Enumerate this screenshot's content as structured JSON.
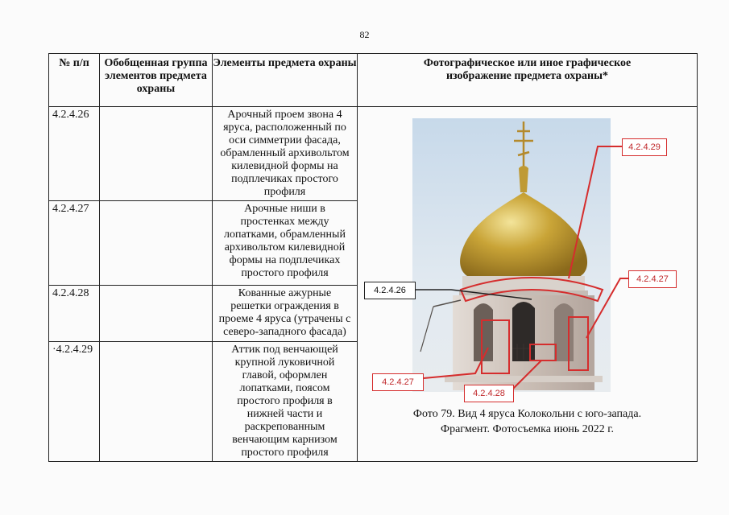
{
  "page_number": "82",
  "headers": {
    "num": "№ п/п",
    "group": "Обобщенная группа элементов предмета охраны",
    "elements": "Элементы предмета охраны",
    "image": "Фотографическое или иное графическое изображение предмета охраны*"
  },
  "rows": [
    {
      "num": "4.2.4.26",
      "group": "",
      "text": "Арочный проем звона 4 яруса, расположенный по оси симметрии фасада, обрамленный архивольтом килевидной формы на подплечиках простого профиля"
    },
    {
      "num": "4.2.4.27",
      "group": "",
      "text": "Арочные ниши в простенках между лопатками, обрамленный архивольтом килевидной формы на подплечиках простого профиля"
    },
    {
      "num": "4.2.4.28",
      "group": "",
      "text": "Кованные ажурные решетки ограждения в проеме 4 яруса (утрачены с северо-западного фасада)"
    },
    {
      "num": "·4.2.4.29",
      "group": "",
      "text": "Аттик под венчающей крупной луковичной главой, оформлен лопатками, поясом простого профиля в нижней части и раскрепованным венчающим карнизом простого профиля"
    }
  ],
  "callouts": {
    "c29": "4.2.4.29",
    "c27_right": "4.2.4.27",
    "c26": "4.2.4.26",
    "c27_left": "4.2.4.27",
    "c28": "4.2.4.28"
  },
  "caption": {
    "line1": "Фото 79. Вид 4 яруса Колокольни с юго-запада.",
    "line2": "Фрагмент. Фотосъемка июнь 2022 г."
  },
  "colors": {
    "callout_red": "#d52d2d",
    "callout_black": "#222222",
    "dome_gold": "#c9a437",
    "sky": "#cddcea"
  }
}
